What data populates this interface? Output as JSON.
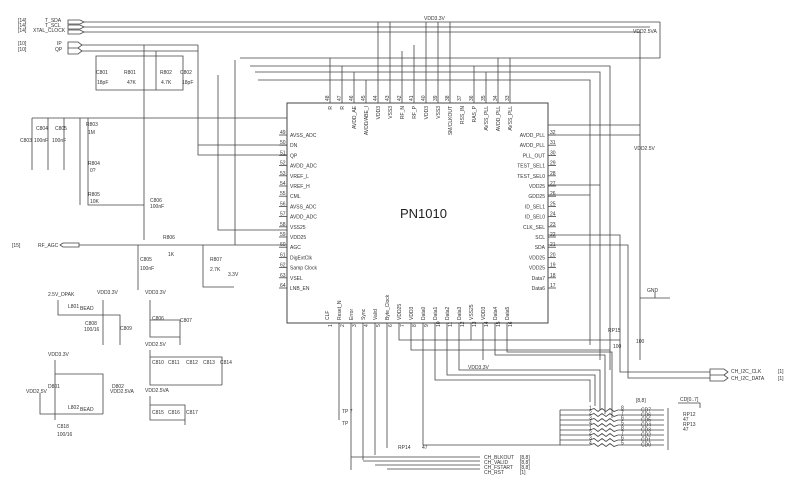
{
  "chip": {
    "name": "PN1010",
    "left_pins": [
      {
        "num": "49",
        "label": "AVSS_ADC"
      },
      {
        "num": "50",
        "label": "DN"
      },
      {
        "num": "51",
        "label": "QP"
      },
      {
        "num": "52",
        "label": "AVDD_ADC"
      },
      {
        "num": "53",
        "label": "VREF_L"
      },
      {
        "num": "54",
        "label": "VREF_H"
      },
      {
        "num": "55",
        "label": "CML"
      },
      {
        "num": "56",
        "label": "AVSS_ADC"
      },
      {
        "num": "57",
        "label": "AVDD_ADC"
      },
      {
        "num": "58",
        "label": "VSS25"
      },
      {
        "num": "59",
        "label": "VDD25"
      },
      {
        "num": "60",
        "label": "AGC"
      },
      {
        "num": "61",
        "label": "DigExtClk"
      },
      {
        "num": "62",
        "label": "Samp Clock"
      },
      {
        "num": "63",
        "label": "VSEL"
      },
      {
        "num": "64",
        "label": "LNB_EN"
      }
    ],
    "right_pins": [
      {
        "num": "32",
        "label": "AVDD_PLL"
      },
      {
        "num": "31",
        "label": "AVDD_PLL"
      },
      {
        "num": "30",
        "label": "PLL_OUT"
      },
      {
        "num": "29",
        "label": "TEST_SEL1"
      },
      {
        "num": "28",
        "label": "TEST_SEL0"
      },
      {
        "num": "27",
        "label": "VDD25"
      },
      {
        "num": "26",
        "label": "GDD25"
      },
      {
        "num": "25",
        "label": "ID_SEL1"
      },
      {
        "num": "24",
        "label": "ID_SEL0"
      },
      {
        "num": "23",
        "label": "CLK_SEL"
      },
      {
        "num": "22",
        "label": "SCL"
      },
      {
        "num": "21",
        "label": "SDA"
      },
      {
        "num": "20",
        "label": "VDD25"
      },
      {
        "num": "19",
        "label": "VDD25"
      },
      {
        "num": "18",
        "label": "Data7"
      },
      {
        "num": "17",
        "label": "Data6"
      }
    ],
    "top_pins": [
      {
        "num": "48",
        "label": "R"
      },
      {
        "num": "47",
        "label": "R"
      },
      {
        "num": "46",
        "label": "AVDD_AE"
      },
      {
        "num": "45",
        "label": "AVDD/ABE_I"
      },
      {
        "num": "44",
        "label": "VDD3"
      },
      {
        "num": "43",
        "label": "VSS3"
      },
      {
        "num": "42",
        "label": "RF_N"
      },
      {
        "num": "41",
        "label": "RF_P"
      },
      {
        "num": "40",
        "label": "VDD3"
      },
      {
        "num": "39",
        "label": "VSS3"
      },
      {
        "num": "38",
        "label": "SM/CLKOUT"
      },
      {
        "num": "37",
        "label": "RSS_IN"
      },
      {
        "num": "36",
        "label": "RAS_P"
      },
      {
        "num": "35",
        "label": "AVSS_PLL"
      },
      {
        "num": "34",
        "label": "AVDD_PLL"
      },
      {
        "num": "33",
        "label": "AVSS_PLL"
      }
    ],
    "bottom_pins": [
      {
        "num": "1",
        "label": "CLF"
      },
      {
        "num": "2",
        "label": "Reset_N"
      },
      {
        "num": "3",
        "label": "Error"
      },
      {
        "num": "4",
        "label": "Sync"
      },
      {
        "num": "5",
        "label": "Valid"
      },
      {
        "num": "6",
        "label": "Byte_Clock"
      },
      {
        "num": "7",
        "label": "VDD25"
      },
      {
        "num": "8",
        "label": "VDD3"
      },
      {
        "num": "9",
        "label": "Data0"
      },
      {
        "num": "10",
        "label": "Data1"
      },
      {
        "num": "11",
        "label": "Data2"
      },
      {
        "num": "12",
        "label": "Data3"
      },
      {
        "num": "13",
        "label": "VSS25"
      },
      {
        "num": "14",
        "label": "VDD3"
      },
      {
        "num": "15",
        "label": "Data4"
      },
      {
        "num": "16",
        "label": "Data5"
      }
    ]
  },
  "ports_left": [
    {
      "ref": "[14]",
      "name": "T_SDA"
    },
    {
      "ref": "[14]",
      "name": "T_SCL"
    },
    {
      "ref": "[14]",
      "name": "XTAL_CLOCK"
    },
    {
      "ref": "[10]",
      "name": "IP"
    },
    {
      "ref": "[10]",
      "name": "QP"
    }
  ],
  "rf_agc": {
    "ref": "[15]",
    "name": "RF_AGC"
  },
  "i2c_ports": [
    {
      "name": "CH_I2C_CLK",
      "ref": "[1]"
    },
    {
      "name": "CH_I2C_DATA",
      "ref": "[1]"
    }
  ],
  "bus_ports": [
    {
      "name": "CH_BLKOUT",
      "ref": "[8,8]"
    },
    {
      "name": "CH_VALID",
      "ref": "[8,8]"
    },
    {
      "name": "CH_FSTART",
      "ref": "[8,8]"
    },
    {
      "name": "CH_RST",
      "ref": "[1]"
    }
  ],
  "data_bus": {
    "range": "[8,8]",
    "connector": "CD[0..7]",
    "nets": [
      "CD7",
      "CD6",
      "CD5",
      "CD4",
      "CD3",
      "CD2",
      "CD1",
      "CD0"
    ],
    "left_nums": [
      "1",
      "2",
      "3",
      "4",
      "1",
      "2",
      "3",
      "4"
    ],
    "right_nums": [
      "8",
      "7",
      "6",
      "5",
      "8",
      "7",
      "6",
      "5"
    ],
    "packs": [
      "RP12",
      "47",
      "RP13",
      "47"
    ]
  },
  "rails": {
    "vdd33_top": "VDD3.3V",
    "vdd25_top": "VDD2.5VA",
    "vdd25_right": "VDD2.5V",
    "vdd33_bottom": "VDD3.3V",
    "gnd": "GND"
  },
  "components": {
    "C801": "C801",
    "C801v": "18pF",
    "R801": "R801",
    "R801v": "47K",
    "R802": "R802",
    "R802v": "4.7K",
    "C802": "C802",
    "C802v": "18pF",
    "C803": "C803",
    "C804": "C804",
    "C805": "C805",
    "v100nF": "100nF",
    "R803": "R803",
    "R803v": "1M",
    "R804": "R804",
    "R804v": "0?",
    "R805": "R805",
    "R805v": "10K",
    "C806": "C806",
    "R806": "R806",
    "R806v": "1K",
    "C806b": "C805",
    "R807": "R807",
    "R807v": "2.7K",
    "v33": "3.3V",
    "dpak": "2.5V_DPAK",
    "L801": "L801",
    "bead": "BEAD",
    "C808": "C808",
    "C808v": "100/16",
    "C809": "C809",
    "vdd33a": "VDD3.3V",
    "C806x": "C806",
    "C807": "C807",
    "vdd25a": "VDD2.5V",
    "c810": "C810",
    "c811": "C811",
    "c812": "C812",
    "c813": "C813",
    "c814": "C814",
    "vdd25b": "VDD2.5VA",
    "c815": "C815",
    "c816": "C816",
    "c817": "C817",
    "vdd33c": "VDD3.3V",
    "D801": "D801",
    "D802": "D802",
    "vdd25v": "VDD2.5V",
    "vdd25va": "VDD2.5VA",
    "L802": "L802",
    "C818": "C818",
    "C818v": "100/16",
    "RP14": "RP14",
    "RP14v": "47",
    "RP15": "RP15",
    "RP15v": "100",
    "RP15b": "100",
    "TP7": "TP 7",
    "TP": "TP"
  }
}
